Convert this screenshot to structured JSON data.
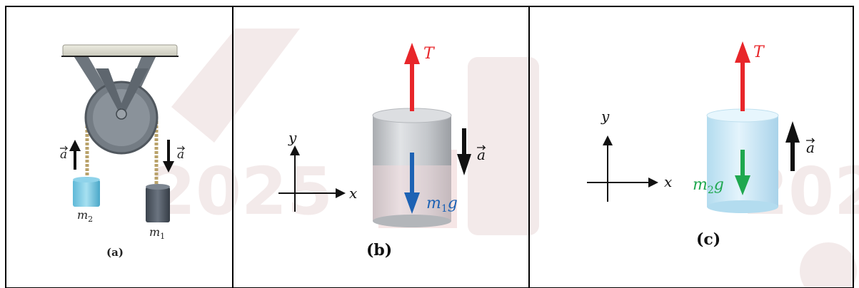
{
  "panels": {
    "a": {
      "caption": "(a)",
      "mass_left": "m",
      "mass_left_sub": "2",
      "mass_right": "m",
      "mass_right_sub": "1",
      "accel_left": "a",
      "accel_right": "a"
    },
    "b": {
      "caption": "(b)",
      "tension": "T",
      "accel": "a",
      "weight": "m",
      "weight_sub": "1",
      "weight_g": "g",
      "axis_x": "x",
      "axis_y": "y"
    },
    "c": {
      "caption": "(c)",
      "tension": "T",
      "accel": "a",
      "weight": "m",
      "weight_sub": "2",
      "weight_g": "g",
      "axis_x": "x",
      "axis_y": "y"
    }
  },
  "watermark": {
    "year_left": "2025",
    "year_right": "202"
  },
  "colors": {
    "tension": "#e8262a",
    "weight_b": "#1d62b4",
    "weight_c": "#1fa84f",
    "accel": "#111111",
    "watermark": "#f3eaea"
  }
}
